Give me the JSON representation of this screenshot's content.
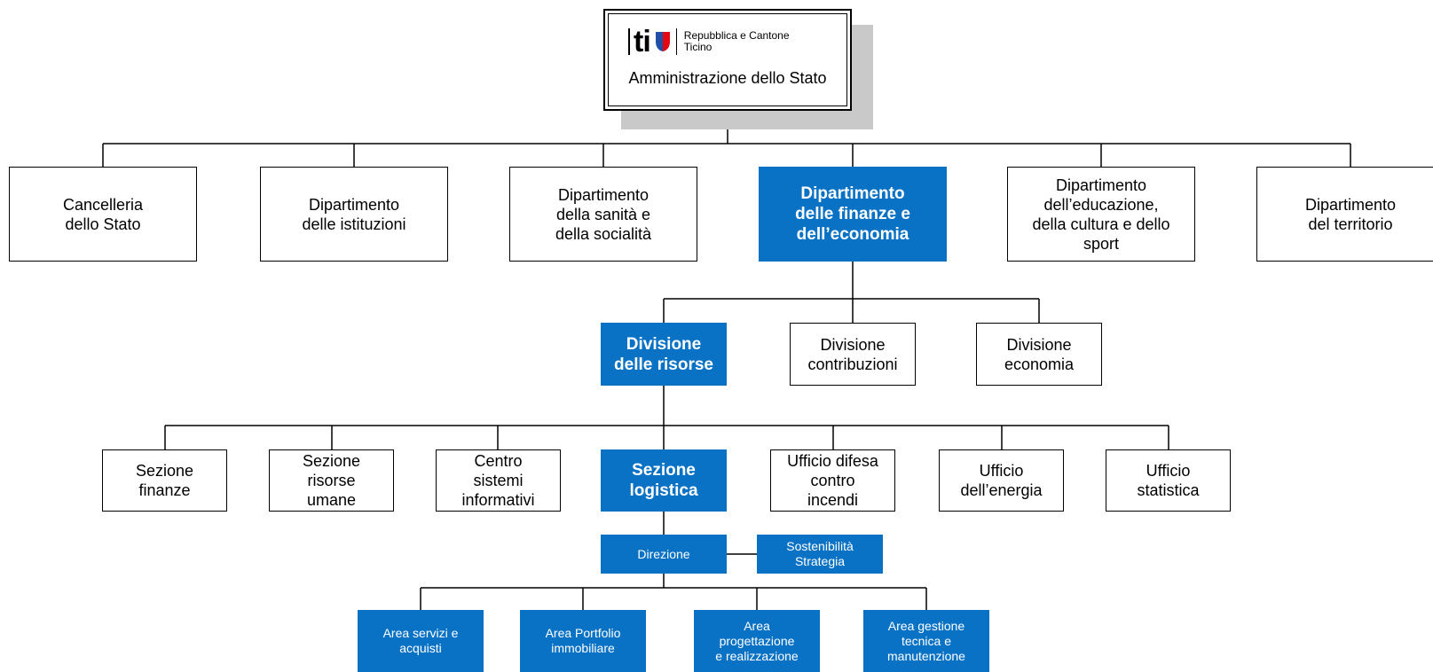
{
  "logo": {
    "wordmark": "ti",
    "text": "Repubblica e Cantone\nTicino",
    "shield_colors": [
      "#1f4fa6",
      "#e30613"
    ]
  },
  "root": {
    "title": "Amministrazione dello Stato"
  },
  "departments": [
    {
      "label": "Cancelleria\ndello Stato",
      "highlight": false
    },
    {
      "label": "Dipartimento\ndelle istituzioni",
      "highlight": false
    },
    {
      "label": "Dipartimento\ndella sanità e\ndella socialità",
      "highlight": false
    },
    {
      "label": "Dipartimento\ndelle finanze e\ndell’economia",
      "highlight": true
    },
    {
      "label": "Dipartimento\ndell’educazione,\ndella cultura e dello\nsport",
      "highlight": false
    },
    {
      "label": "Dipartimento\ndel territorio",
      "highlight": false
    }
  ],
  "divisions": [
    {
      "label": "Divisione\ndelle risorse",
      "highlight": true
    },
    {
      "label": "Divisione\ncontribuzioni",
      "highlight": false
    },
    {
      "label": "Divisione\neconomia",
      "highlight": false
    }
  ],
  "sections": [
    {
      "label": "Sezione\nfinanze",
      "highlight": false
    },
    {
      "label": "Sezione\nrisorse\numane",
      "highlight": false
    },
    {
      "label": "Centro\nsistemi\ninformativi",
      "highlight": false
    },
    {
      "label": "Sezione\nlogistica",
      "highlight": true
    },
    {
      "label": "Ufficio difesa\ncontro\nincendi",
      "highlight": false
    },
    {
      "label": "Ufficio\ndell’energia",
      "highlight": false
    },
    {
      "label": "Ufficio\nstatistica",
      "highlight": false
    }
  ],
  "logistica": {
    "direzione": "Direzione",
    "staff": "Sostenibilità\nStrategia",
    "areas": [
      "Area servizi e\nacquisti",
      "Area Portfolio\nimmobiliare",
      "Area\nprogettazione\ne realizzazione",
      "Area gestione\ntecnica e\nmanutenzione"
    ]
  },
  "colors": {
    "highlight": "#0a72c4",
    "line": "#000000",
    "shadow": "#c9c9c9"
  }
}
